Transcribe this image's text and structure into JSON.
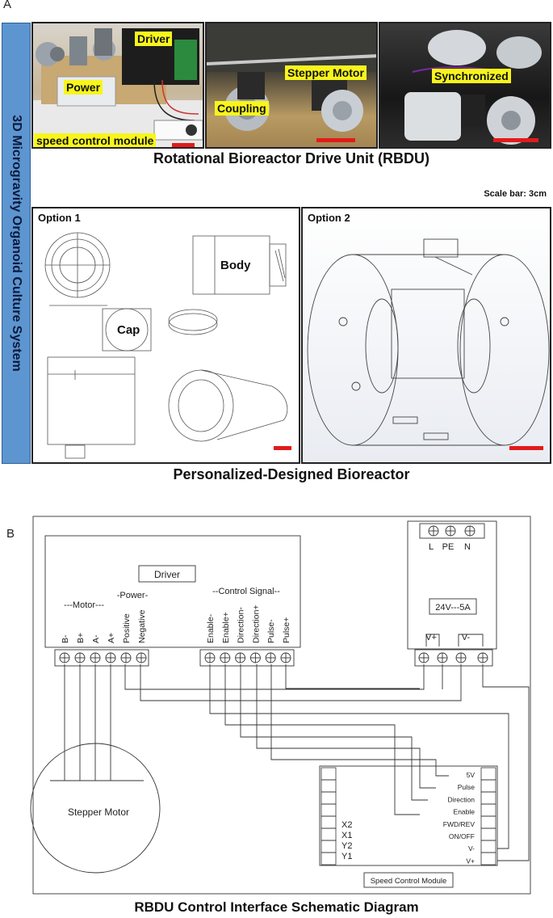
{
  "panel_a": {
    "letter": "A",
    "sidebar_title": "3D Microgravity Organoid Culture System",
    "photo_tags": {
      "driver": "Driver",
      "power": "Power",
      "speed_module": "speed control module",
      "stepper_motor": "Stepper Motor",
      "coupling": "Coupling",
      "synchronized": "Synchronized"
    },
    "rbdu_caption": "Rotational Bioreactor Drive Unit (RBDU)",
    "scale_note": "Scale bar: 3cm",
    "option1": {
      "title": "Option 1",
      "body_label": "Body",
      "cap_label": "Cap"
    },
    "option2": {
      "title": "Option 2"
    },
    "bioreactor_caption": "Personalized-Designed Bioreactor"
  },
  "panel_b": {
    "letter": "B",
    "driver": {
      "title": "Driver",
      "motor_group": "---Motor---",
      "power_group": "-Power-",
      "control_group": "--Control Signal--",
      "motor_pins": [
        "B-",
        "B+",
        "A-",
        "A+"
      ],
      "power_pins": [
        "Positive",
        "Negative"
      ],
      "control_pins": [
        "Enable-",
        "Enable+",
        "Direction-",
        "Direction+",
        "Pulse-",
        "Pulse+"
      ]
    },
    "psu": {
      "inputs": [
        "L",
        "PE",
        "N"
      ],
      "rating": "24V---5A",
      "vplus": "V+",
      "vminus": "V-"
    },
    "motor_label": "Stepper Motor",
    "speed_module": {
      "title": "Speed Control Module",
      "left_pins": [
        "X2",
        "X1",
        "Y2",
        "Y1"
      ],
      "right_pins": [
        "5V",
        "Pulse",
        "Direction",
        "Enable",
        "FWD/REV",
        "ON/OFF",
        "V-",
        "V+"
      ]
    },
    "caption": "RBDU Control Interface Schematic Diagram"
  }
}
